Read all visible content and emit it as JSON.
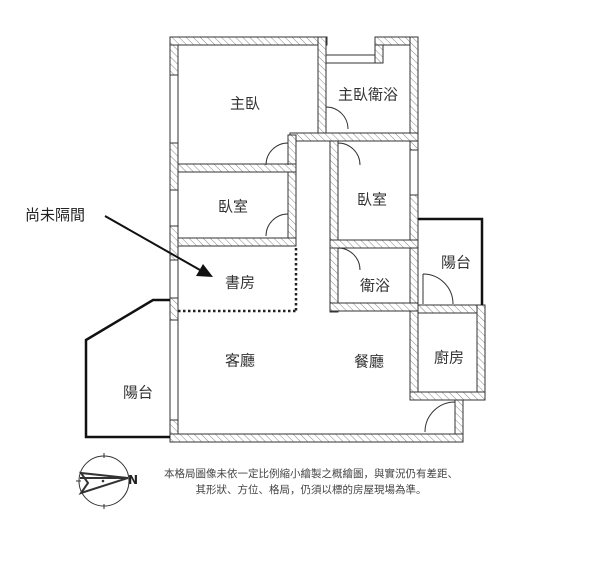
{
  "rooms": {
    "master_bedroom": "主臥",
    "master_bath": "主臥衛浴",
    "bedroom_1": "臥室",
    "bedroom_2": "臥室",
    "study": "書房",
    "bathroom": "衛浴",
    "balcony_right": "陽台",
    "kitchen": "廚房",
    "living_room": "客廳",
    "dining_room": "餐廳",
    "balcony_left": "陽台"
  },
  "callout": "尚未隔間",
  "compass_label": "N",
  "disclaimer_line1": "本格局圖像未依一定比例縮小繪製之概繪圖，與實況仍有差距、",
  "disclaimer_line2": "其形狀、方位、格局，仍須以標的房屋現場為準。",
  "colors": {
    "wall": "#333333",
    "hatch": "#888888"
  }
}
